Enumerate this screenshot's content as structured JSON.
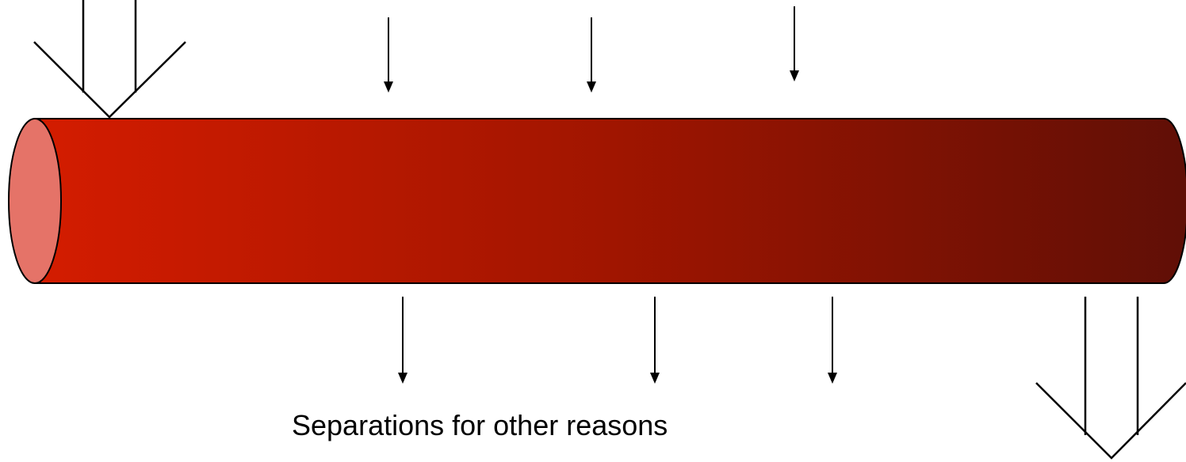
{
  "diagram": {
    "caption": "Separations for other reasons",
    "pipe": {
      "gradient_start_color": "#d41c00",
      "gradient_mid_color": "#a01500",
      "gradient_end_color": "#600f06",
      "end_cap_color": "#e57368",
      "outline_color": "#000000"
    },
    "inflows": {
      "large_count": 1,
      "small_count": 3
    },
    "outflows": {
      "small_count": 3,
      "large_count": 1
    }
  }
}
